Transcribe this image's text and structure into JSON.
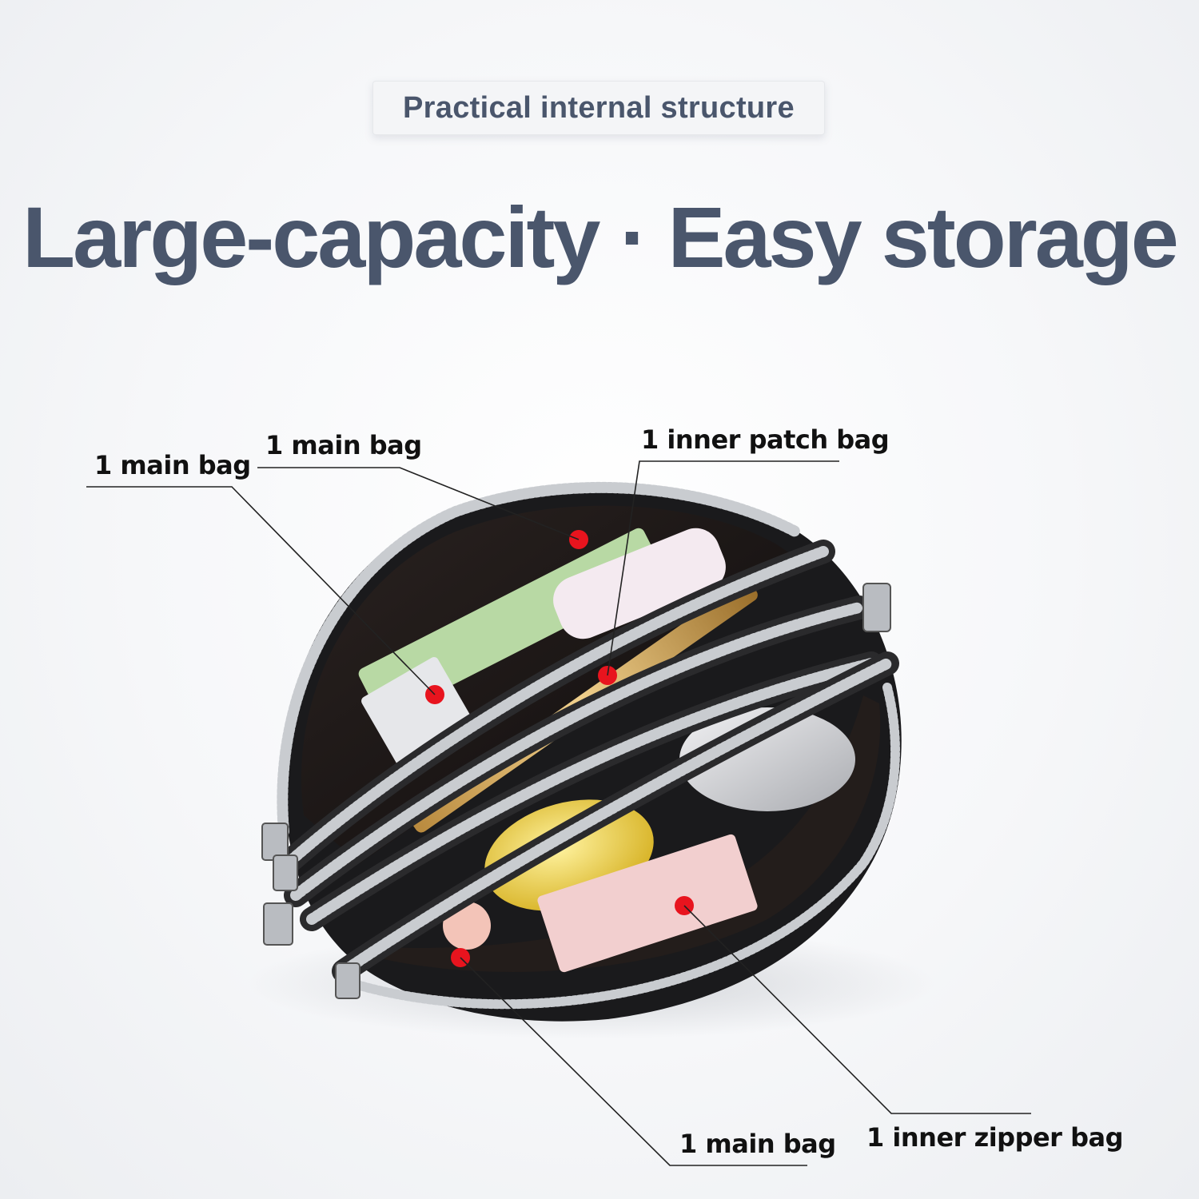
{
  "header": {
    "subtitle": "Practical internal structure",
    "headline": "Large-capacity · Easy storage"
  },
  "callouts": [
    {
      "id": "left",
      "label": "1 main bag"
    },
    {
      "id": "top-center",
      "label": "1 main bag"
    },
    {
      "id": "top-right",
      "label": "1 inner patch bag"
    },
    {
      "id": "bottom-center",
      "label": "1 main bag"
    },
    {
      "id": "bottom-right",
      "label": "1 inner zipper bag"
    }
  ],
  "colors": {
    "heading": "#4a566c",
    "marker": "#e8141e",
    "bag": "#1a1a1c",
    "zipper": "#c9ccd0"
  }
}
